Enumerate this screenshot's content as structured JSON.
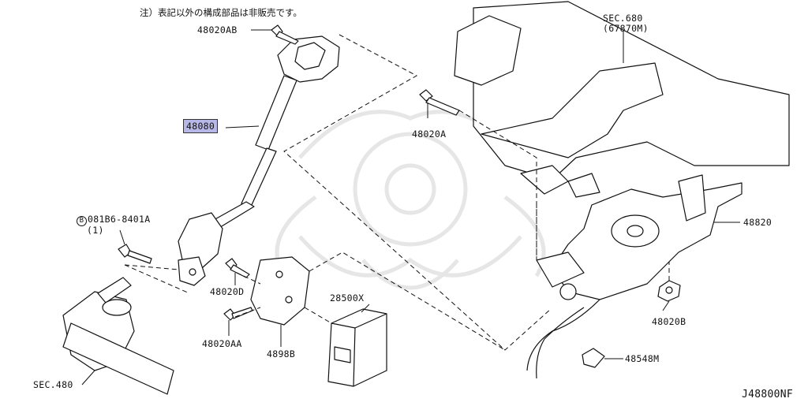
{
  "note": "注）表記以外の構成部品は非販売です。",
  "parts": {
    "p48020AB": "48020AB",
    "p48080": "48080",
    "p48020A": "48020A",
    "sec680_line1": "SEC.680",
    "sec680_line2": "(67870M)",
    "p48820": "48820",
    "p08186_circle": "B",
    "p08186": "081B6-8401A",
    "p08186_qty": "(1)",
    "p48020D": "48020D",
    "p48020AA": "48020AA",
    "p4898B": "4898B",
    "p28500X": "28500X",
    "p48020B": "48020B",
    "p48548M": "48548M",
    "sec480": "SEC.480"
  },
  "diagram_id": "J48800NF",
  "colors": {
    "highlight": "#b8b8e8",
    "line": "#111111",
    "watermark": "#e6e6e6"
  }
}
